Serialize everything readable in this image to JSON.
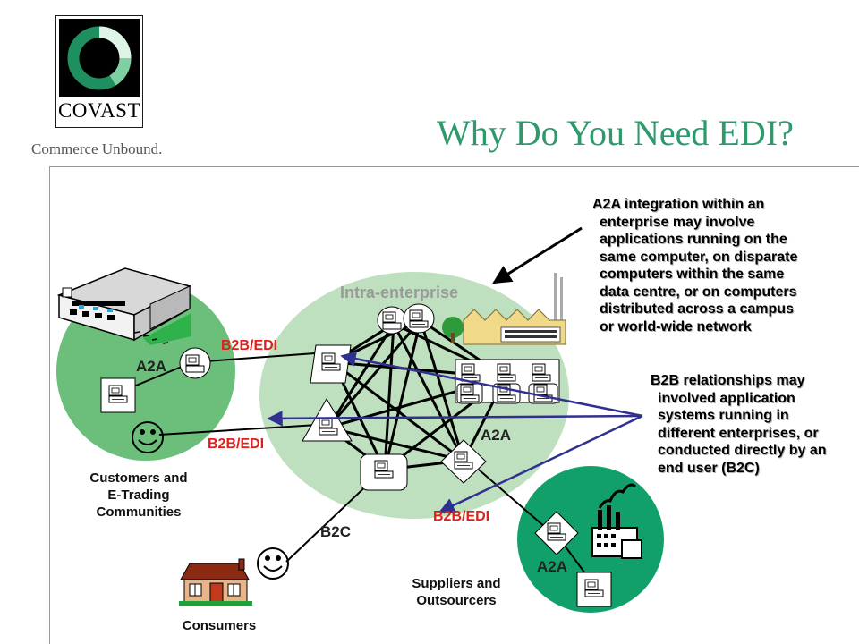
{
  "header": {
    "logo_text": "COVAST",
    "tagline": "Commerce Unbound.",
    "title": "Why Do You Need EDI?"
  },
  "colors": {
    "title": "#2e9a6c",
    "intra_ellipse": "#bfe0bf",
    "customers_circle": "#6cbf7a",
    "suppliers_circle": "#12a06a",
    "b2b_label": "#e0201a",
    "arrow": "#30308f"
  },
  "notes": {
    "a2a": {
      "lead": "A2A",
      "lines": [
        " integration within an",
        "enterprise may involve",
        "applications running on the",
        "same computer, on disparate",
        "computers within the same",
        "data centre, or on computers",
        "distributed across a campus",
        "or world-wide network"
      ]
    },
    "b2b": {
      "lead": "B2B",
      "lines": [
        " relationships may",
        "involved application",
        "systems running in",
        "different enterprises, or",
        "conducted directly by an",
        "end user (B2C)"
      ]
    }
  },
  "labels": {
    "intra_enterprise": "Intra-enterprise",
    "a2a_customers": "A2A",
    "a2a_intra": "A2A",
    "a2a_suppliers": "A2A",
    "b2b_edi_top": "B2B/EDI",
    "b2b_edi_mid": "B2B/EDI",
    "b2b_edi_bottom": "B2B/EDI",
    "b2c": "B2C"
  },
  "captions": {
    "customers": [
      "Customers and",
      "E-Trading",
      "Communities"
    ],
    "suppliers": [
      "Suppliers and",
      "Outsourcers"
    ],
    "consumers": "Consumers"
  },
  "icons": {
    "logo": "covast-ring-logo",
    "warehouse": "warehouse-building-icon",
    "factory": "factory-icon",
    "supplier_factory": "factory-icon",
    "house": "house-icon",
    "smiley": "smiley-face-icon",
    "computer": "computer-terminal-icon"
  }
}
